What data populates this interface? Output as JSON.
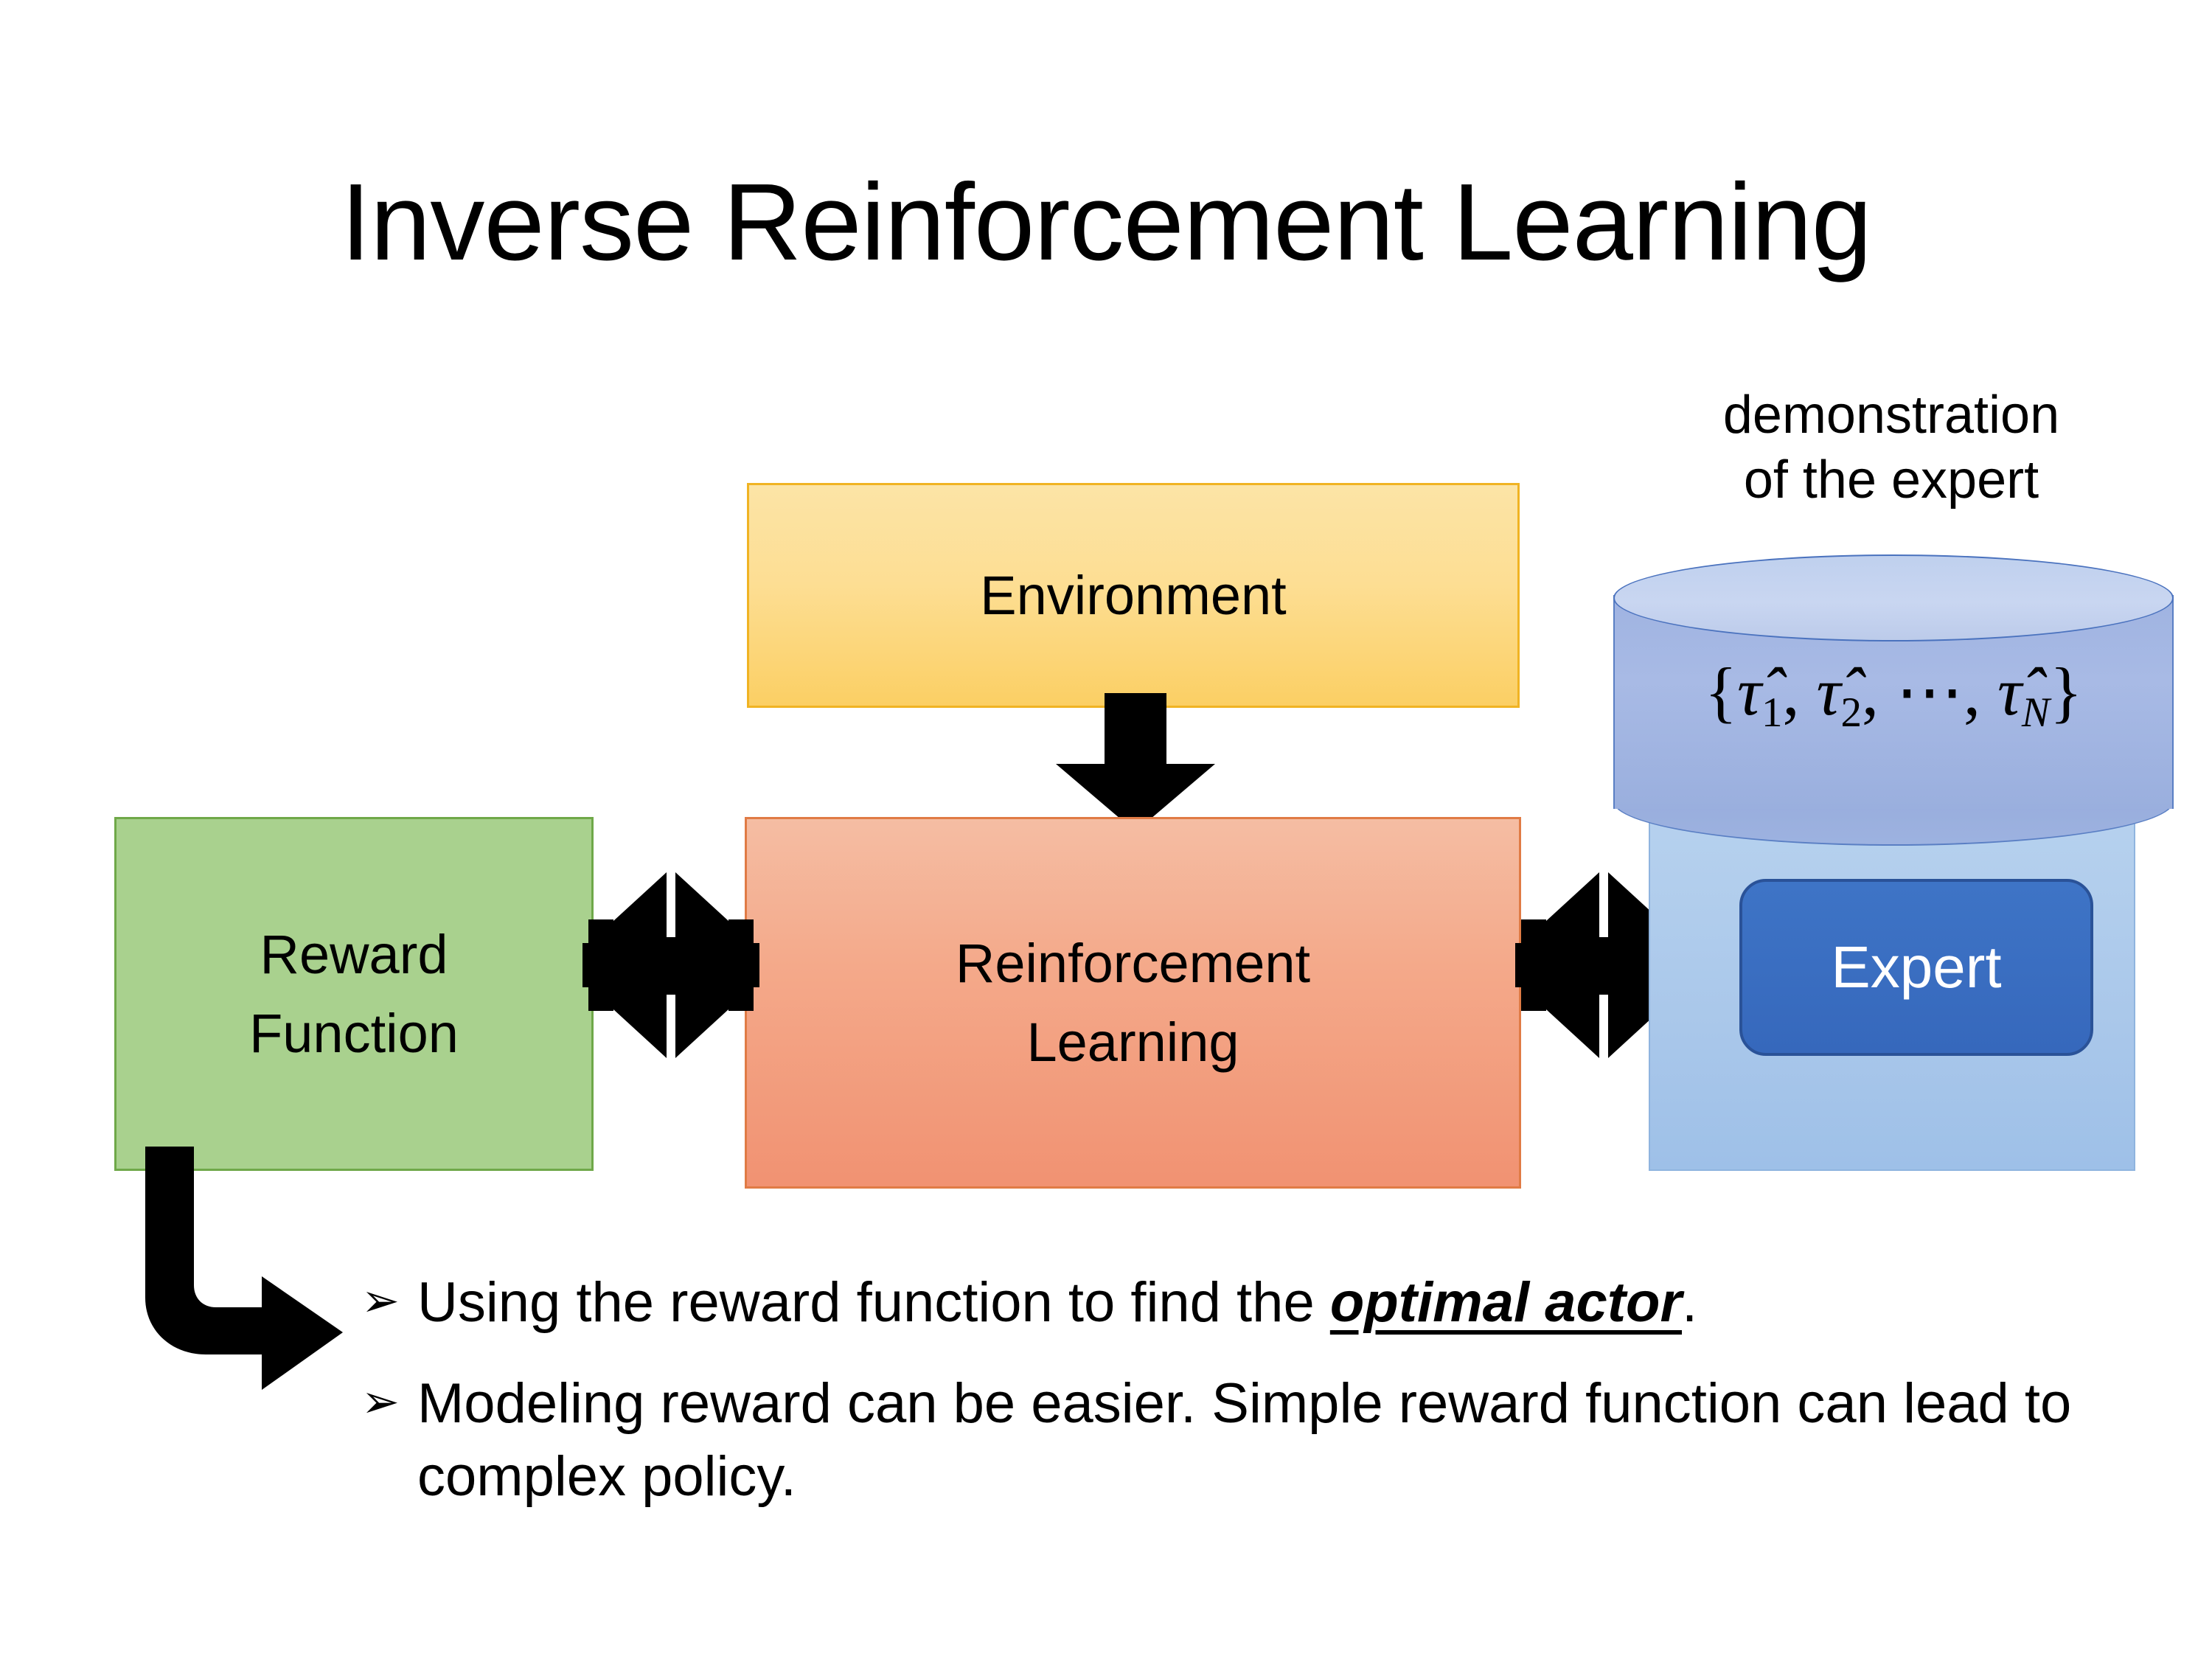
{
  "slide": {
    "title": "Inverse Reinforcement Learning",
    "background_color": "#FFFFFF"
  },
  "diagram": {
    "environment_box": {
      "label": "Environment",
      "fill_top": "#FCE4A6",
      "fill_bottom": "#FBCF64",
      "border_color": "#F0B323"
    },
    "reinforcement_learning_box": {
      "label_line1": "Reinforcement",
      "label_line2": "Learning",
      "fill_top": "#F5BDA3",
      "fill_bottom": "#F19272",
      "border_color": "#E07B45"
    },
    "reward_function_box": {
      "label_line1": "Reward",
      "label_line2": "Function",
      "fill": "#A9D18E",
      "border_color": "#6FA849"
    },
    "demonstration_label": {
      "line1": "demonstration",
      "line2": "of the expert"
    },
    "demonstration_cylinder": {
      "formula_open_brace": "{",
      "formula_tau1": "τ̂",
      "formula_sub1": "1",
      "formula_sep1": ", ",
      "formula_tau2": "τ̂",
      "formula_sub2": "2",
      "formula_sep2": ", ⋯, ",
      "formula_tauN": "τ̂",
      "formula_subN": "N",
      "formula_close_brace": "}",
      "body_fill": "#9FB3E1",
      "top_fill": "#C5D3EE",
      "stroke_color": "#4A72BE"
    },
    "expert_panel": {
      "fill": "#A9C7EA",
      "border_color": "#8FB4DF"
    },
    "expert_chip": {
      "label": "Expert",
      "fill": "#3668BC",
      "border_color": "#2A5298",
      "text_color": "#FFFFFF"
    },
    "arrows": {
      "environment_to_rl": "down-arrow",
      "reward_to_rl": "quad-arrow",
      "rl_to_expert": "quad-arrow",
      "reward_to_bullet": "elbow-arrow",
      "color": "#000000"
    }
  },
  "bullets": [
    {
      "marker": "➢",
      "text_before": "Using the reward function to find the ",
      "emphasis": "optimal actor",
      "text_after": "."
    },
    {
      "marker": "➢",
      "text_before": "Modeling reward can be easier. Simple reward function can lead to complex policy.",
      "emphasis": "",
      "text_after": ""
    }
  ]
}
